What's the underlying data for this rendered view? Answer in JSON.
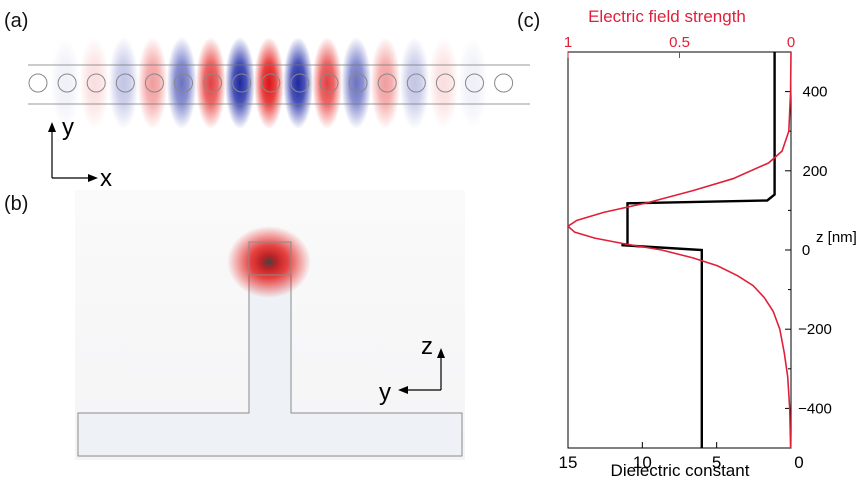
{
  "panel_labels": {
    "a": "(a)",
    "b": "(b)",
    "c": "(c)"
  },
  "axes_a": {
    "y": "y",
    "x": "x"
  },
  "axes_b": {
    "z": "z",
    "y": "y"
  },
  "colors": {
    "red": "#e5221f",
    "blue": "#1e2aa8",
    "field_line": "#e0203a",
    "dielectric_line": "#000000"
  },
  "waveguide_a": {
    "hole_count": 17
  },
  "chart_data": {
    "type": "line",
    "top_axis_title": "Electric field strength",
    "top_ticks": [
      "1",
      "0.5",
      "0"
    ],
    "bottom_axis_title": "Dielectric constant",
    "bottom_ticks": [
      "15",
      "10",
      "5",
      "0"
    ],
    "right_axis_title": "z [nm]",
    "right_ticks": [
      "400",
      "200",
      "0",
      "−200",
      "−400"
    ],
    "xlim_bottom": [
      15,
      0
    ],
    "xlim_top": [
      1,
      0
    ],
    "ylim": [
      -500,
      500
    ],
    "series": [
      {
        "axis": "bottom",
        "points": [
          [
            1.1,
            500
          ],
          [
            1.1,
            140
          ],
          [
            1.6,
            125
          ],
          [
            11.0,
            118
          ],
          [
            11.0,
            15
          ],
          [
            11.4,
            12
          ],
          [
            6.0,
            0
          ],
          [
            6.0,
            -500
          ]
        ]
      },
      {
        "axis": "top",
        "points": [
          [
            0.0,
            500
          ],
          [
            0.002,
            400
          ],
          [
            0.01,
            300
          ],
          [
            0.04,
            250
          ],
          [
            0.1,
            220
          ],
          [
            0.26,
            180
          ],
          [
            0.44,
            150
          ],
          [
            0.64,
            120
          ],
          [
            0.84,
            95
          ],
          [
            0.96,
            75
          ],
          [
            1.0,
            60
          ],
          [
            0.97,
            45
          ],
          [
            0.88,
            30
          ],
          [
            0.74,
            15
          ],
          [
            0.58,
            0
          ],
          [
            0.44,
            -20
          ],
          [
            0.33,
            -40
          ],
          [
            0.24,
            -65
          ],
          [
            0.17,
            -90
          ],
          [
            0.12,
            -120
          ],
          [
            0.08,
            -155
          ],
          [
            0.05,
            -200
          ],
          [
            0.03,
            -260
          ],
          [
            0.015,
            -320
          ],
          [
            0.006,
            -400
          ],
          [
            0.002,
            -500
          ]
        ]
      }
    ]
  }
}
